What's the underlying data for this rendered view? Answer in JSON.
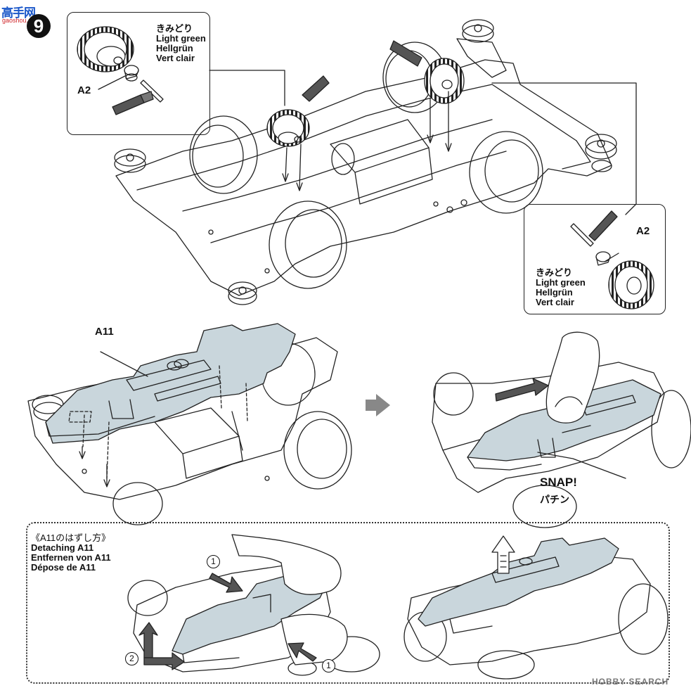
{
  "watermark": {
    "text": "高手网",
    "sub": "gaoshou.com"
  },
  "step": {
    "number": "9"
  },
  "gear_callout_top": {
    "part": "A2",
    "color_jp": "きみどり",
    "color_en": "Light green",
    "color_de": "Hellgrün",
    "color_fr": "Vert clair"
  },
  "gear_callout_right": {
    "part": "A2",
    "color_jp": "きみどり",
    "color_en": "Light green",
    "color_de": "Hellgrün",
    "color_fr": "Vert clair"
  },
  "cover": {
    "part": "A11"
  },
  "snap": {
    "en": "SNAP!",
    "jp": "パチン"
  },
  "detach": {
    "title_jp": "《A11のはずし方》",
    "title_en": "Detaching A11",
    "title_de": "Entfernen von A11",
    "title_fr": "Dépose de A11",
    "step1": "1",
    "step2": "2",
    "step1b": "1"
  },
  "source": {
    "text": "HOBBY SEARCH"
  }
}
